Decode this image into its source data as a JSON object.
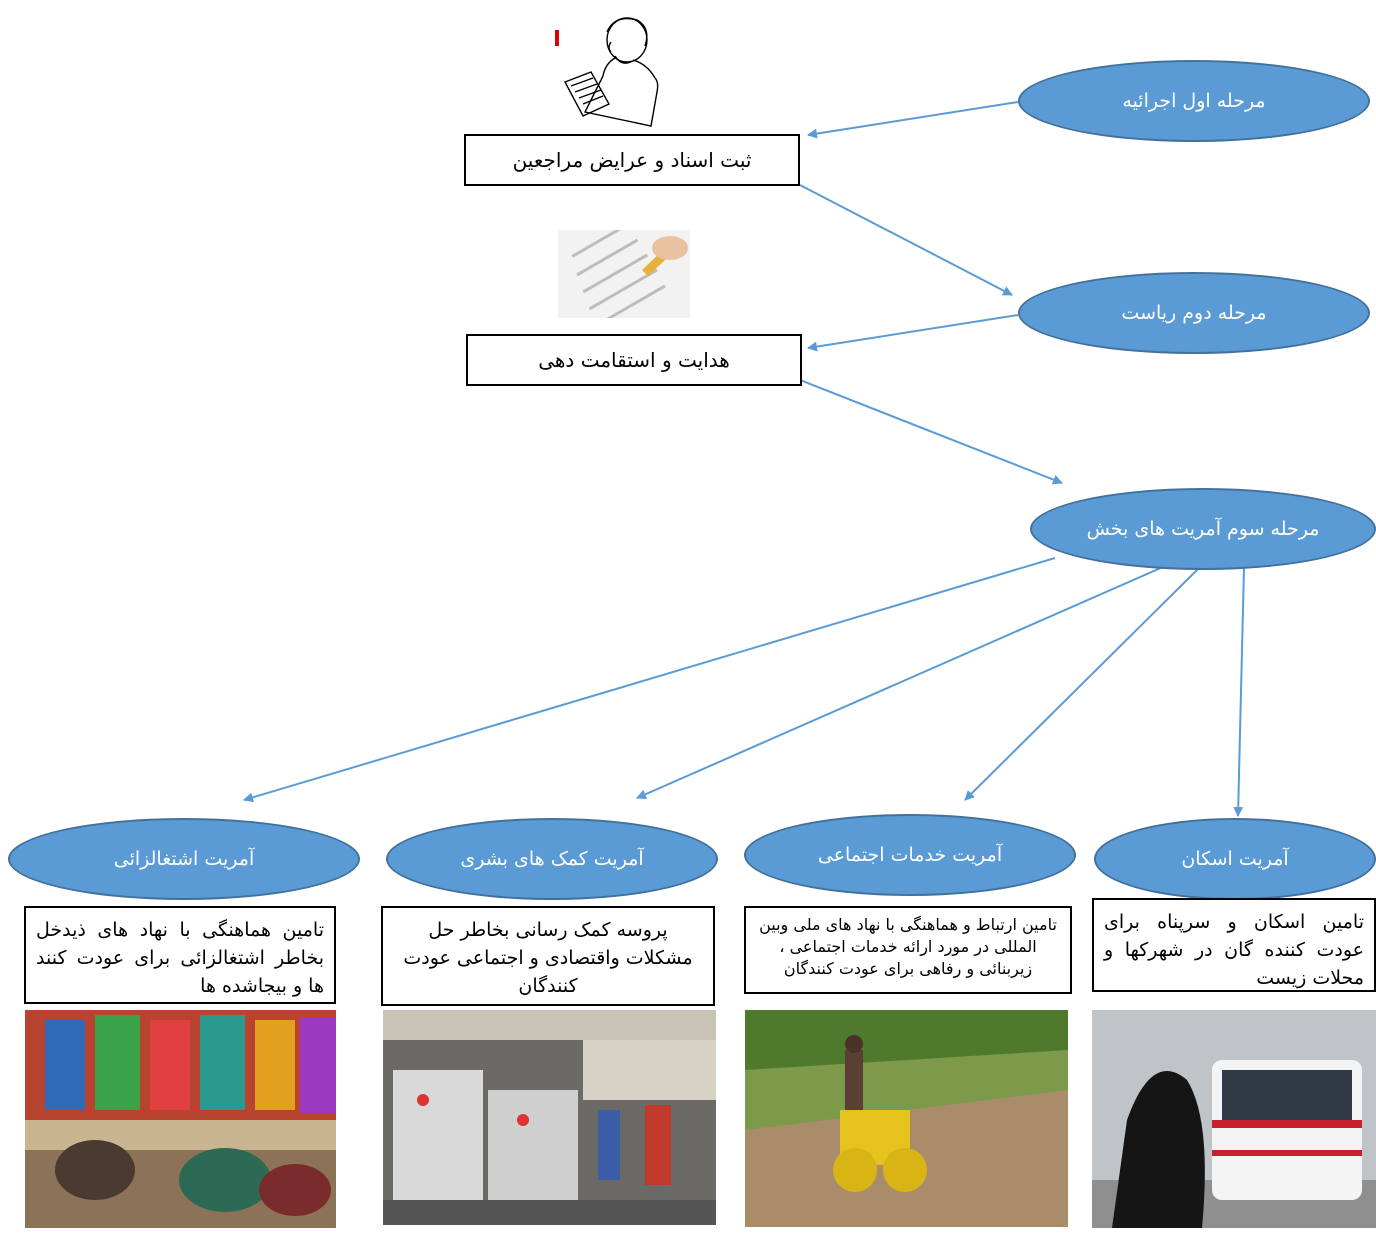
{
  "stages": {
    "first": "مرحله اول اجرائیه",
    "second": "مرحله دوم ریاست",
    "third": "مرحله سوم آمریت های بخش"
  },
  "steps": {
    "register": "ثبت اسناد و عرایض مراجعین",
    "guidance": "هدایت و استقامت دهی"
  },
  "departments": [
    {
      "name": "آمریت اشتغالزائی",
      "desc": "تامین هماهنگی با نهاد های ذیدخل بخاطر اشتغالزائی برای عودت کنند ها و بیجاشده ها"
    },
    {
      "name": "آمریت کمک های بشری",
      "desc": "پروسه کمک رسانی بخاطر حل مشکلات واقتصادی و اجتماعی عودت کنندگان"
    },
    {
      "name": "آمریت خدمات اجتماعی",
      "desc": "تامین ارتباط و هماهنگی با نهاد های ملی وبین المللی در مورد ارائه خدمات اجتماعی ، زیربنائی و رفاهی برای عودت کنندگان"
    },
    {
      "name": "آمریت اسکان",
      "desc": "تامین اسکان و سرپناه برای عودت کننده گان در شهرکها و محلات زیست"
    }
  ],
  "colors": {
    "oval_fill": "#5b9bd5",
    "oval_border": "#41719c",
    "arrow": "#5b9bd5"
  }
}
